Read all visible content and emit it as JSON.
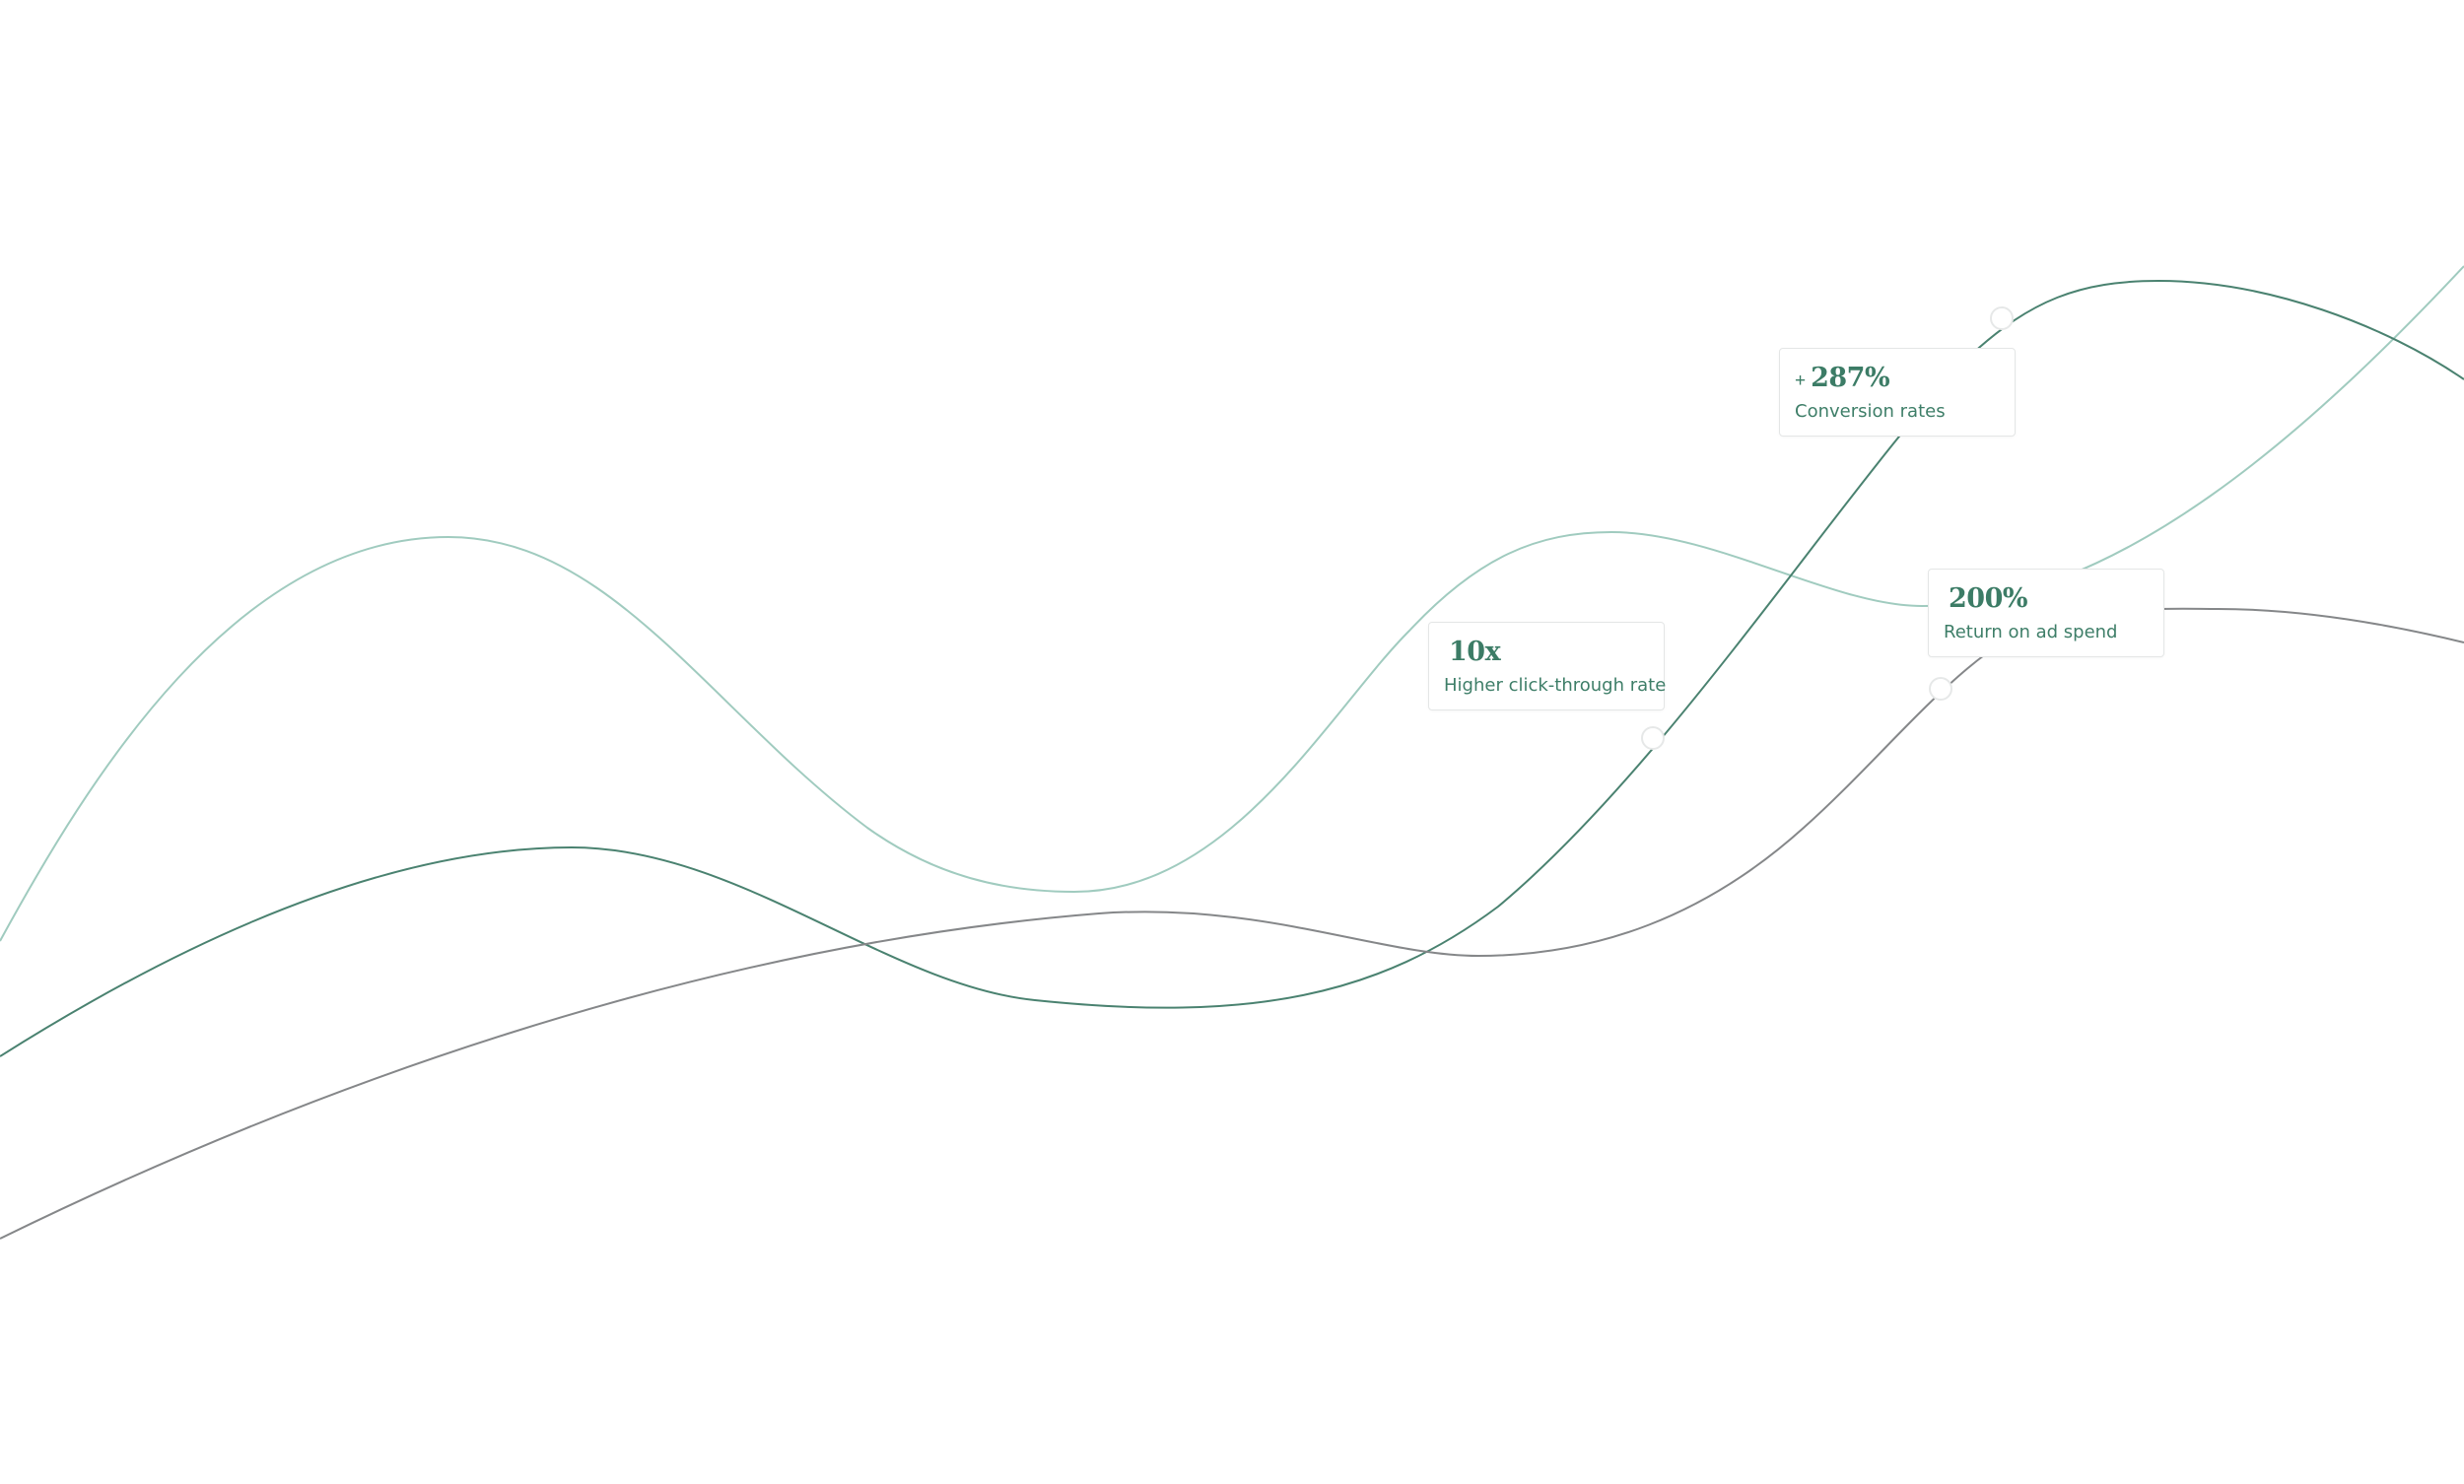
{
  "chart_data": {
    "type": "line",
    "series": [
      {
        "color": "#a0cbbf"
      },
      {
        "color": "#4a8270"
      },
      {
        "color": "#858789"
      }
    ],
    "annotations": [
      {
        "prefix": "",
        "value": "10x",
        "label": "Higher click-through rate"
      },
      {
        "prefix": "+",
        "value": "287%",
        "label": "Conversion rates"
      },
      {
        "prefix": "",
        "value": "200%",
        "label": "Return on ad spend"
      }
    ]
  }
}
